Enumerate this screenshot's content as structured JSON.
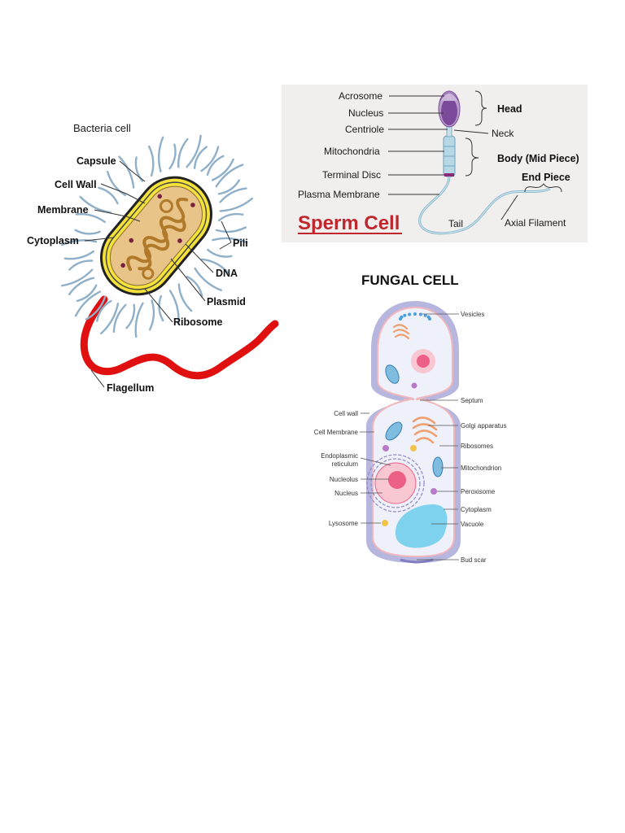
{
  "bacteria": {
    "title": "Bacteria cell",
    "labels": {
      "capsule": "Capsule",
      "cell_wall": "Cell Wall",
      "membrane": "Membrane",
      "cytoplasm": "Cytoplasm",
      "pili": "Pili",
      "dna": "DNA",
      "plasmid": "Plasmid",
      "ribosome": "Ribosome",
      "flagellum": "Flagellum"
    },
    "colors": {
      "capsule": "#f4e23a",
      "cytoplasm": "#e8c489",
      "dna": "#b07a2a",
      "pili": "#8fb0c8",
      "flagellum": "#e01010"
    }
  },
  "sperm": {
    "title": "Sperm Cell",
    "labels": {
      "acrosome": "Acrosome",
      "nucleus": "Nucleus",
      "centriole": "Centriole",
      "mitochondria": "Mitochondria",
      "terminal_disc": "Terminal Disc",
      "plasma_membrane": "Plasma Membrane",
      "head": "Head",
      "neck": "Neck",
      "body": "Body (Mid Piece)",
      "end_piece": "End Piece",
      "tail": "Tail",
      "axial_filament": "Axial Filament"
    },
    "colors": {
      "title": "#c0272d",
      "head": "#7b4a9a",
      "background": "#f1eeee"
    }
  },
  "fungal": {
    "title": "FUNGAL CELL",
    "labels": {
      "vesicles": "Vesicles",
      "septum": "Septum",
      "cell_wall": "Cell wall",
      "cell_membrane": "Cell Membrane",
      "golgi": "Golgi apparatus",
      "ribosomes": "Ribosomes",
      "er_line1": "Endoplasmic",
      "er_line2": "reticulum",
      "mitochondrion": "Mitochondrion",
      "nucleolus": "Nucleolus",
      "peroxisome": "Peroxisome",
      "nucleus": "Nucleus",
      "cytoplasm": "Cytoplasm",
      "lysosome": "Lysosome",
      "vacuole": "Vacuole",
      "bud_scar": "Bud scar"
    },
    "colors": {
      "wall": "#b7b6de",
      "membrane": "#f2b7bd",
      "nucleus": "#ec5f86",
      "vacuole": "#7fd2ee",
      "golgi": "#f0a070"
    }
  }
}
